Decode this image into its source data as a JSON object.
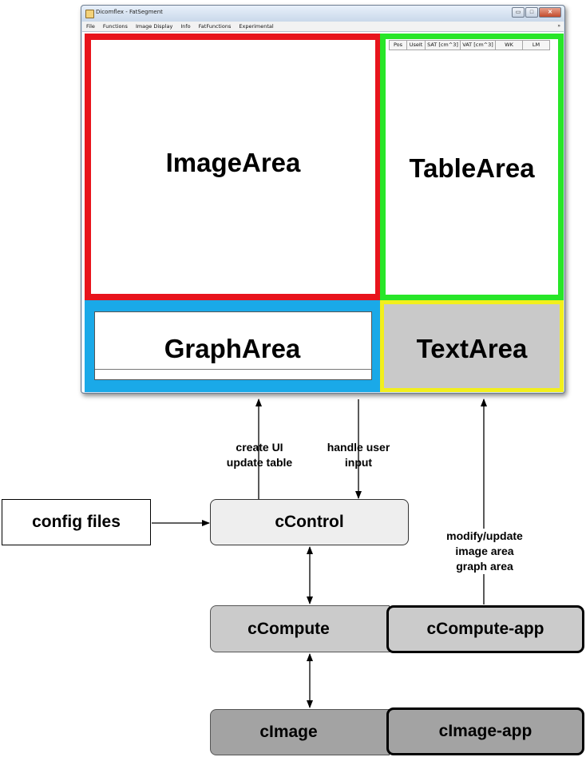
{
  "window": {
    "title": "Dicomflex - FatSegment",
    "controls": {
      "minimize": "▭",
      "maximize": "□",
      "close": "✕"
    },
    "menu": [
      "File",
      "Functions",
      "Image Display",
      "Info",
      "FatFunctions",
      "Experimental"
    ],
    "menu_overflow": "»"
  },
  "panels": {
    "image_area": {
      "label": "ImageArea",
      "color": "#e8141c"
    },
    "table_area": {
      "label": "TableArea",
      "color": "#28e628",
      "columns": [
        "Pos",
        "UseIt",
        "SAT [cm^3]",
        "VAT [cm^3]",
        "WK",
        "LM"
      ]
    },
    "graph_area": {
      "label": "GraphArea",
      "color": "#1aa9e8"
    },
    "text_area": {
      "label": "TextArea",
      "color": "#f2ef1c"
    }
  },
  "diagram": {
    "config_files": "config files",
    "ccontrol": "cControl",
    "ccompute": "cCompute",
    "ccompute_app": "cCompute-app",
    "cimage": "cImage",
    "cimage_app": "cImage-app"
  },
  "annotations": {
    "create_ui": [
      "create UI",
      "update table"
    ],
    "handle_input": [
      "handle user",
      "input"
    ],
    "modify_update": [
      "modify/update",
      "image area",
      "graph area"
    ]
  }
}
